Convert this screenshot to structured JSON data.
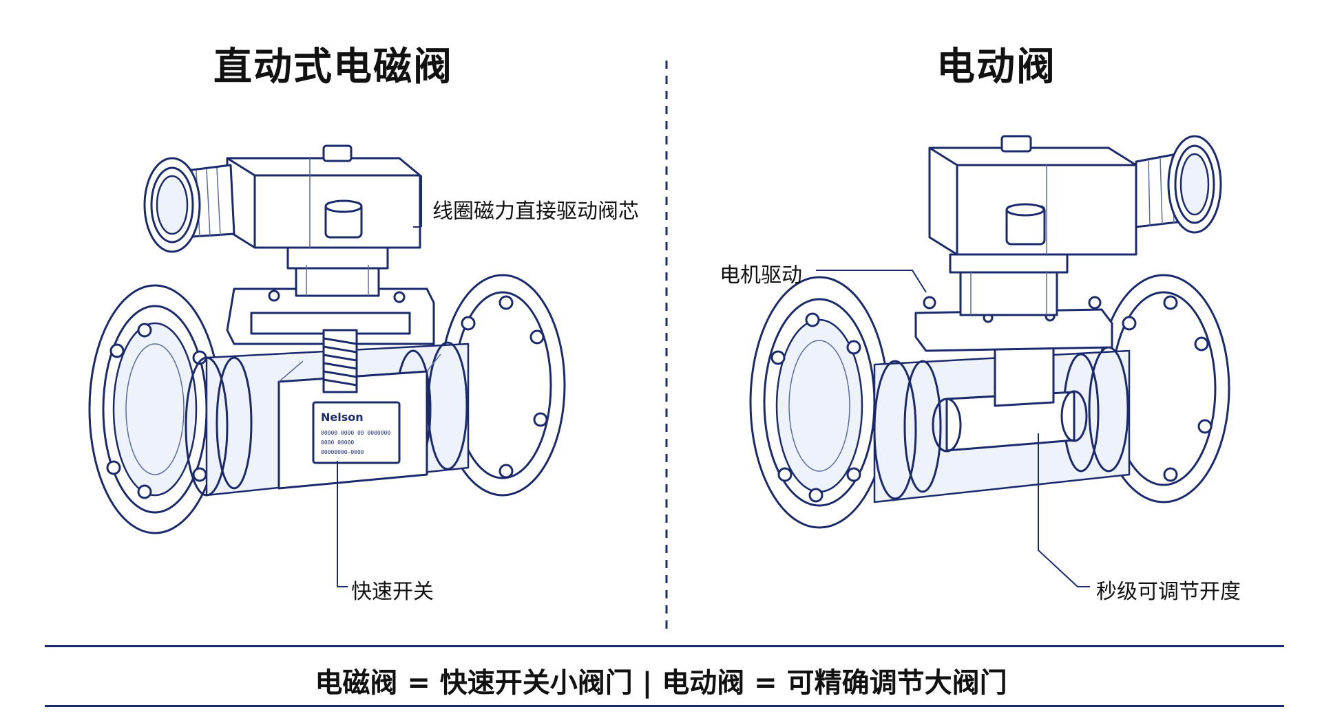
{
  "left": {
    "title": "直动式电磁阀",
    "callout_coil": "线圈磁力直接驱动阀芯",
    "callout_speed": "快速开关",
    "nameplate_brand": "Nelson",
    "nameplate_lines": [
      "00000 0000 00 0000000",
      "0000 00000",
      "00000000-0000"
    ]
  },
  "right": {
    "title": "电动阀",
    "callout_motor": "电机驱动",
    "callout_adjust": "秒级可调节开度"
  },
  "summary": "电磁阀 = 快速开关小阀门 | 电动阀 = 可精确调节大阀门",
  "colors": {
    "line": "#1a2a6c",
    "fill": "#e9eef8",
    "text": "#111111"
  }
}
